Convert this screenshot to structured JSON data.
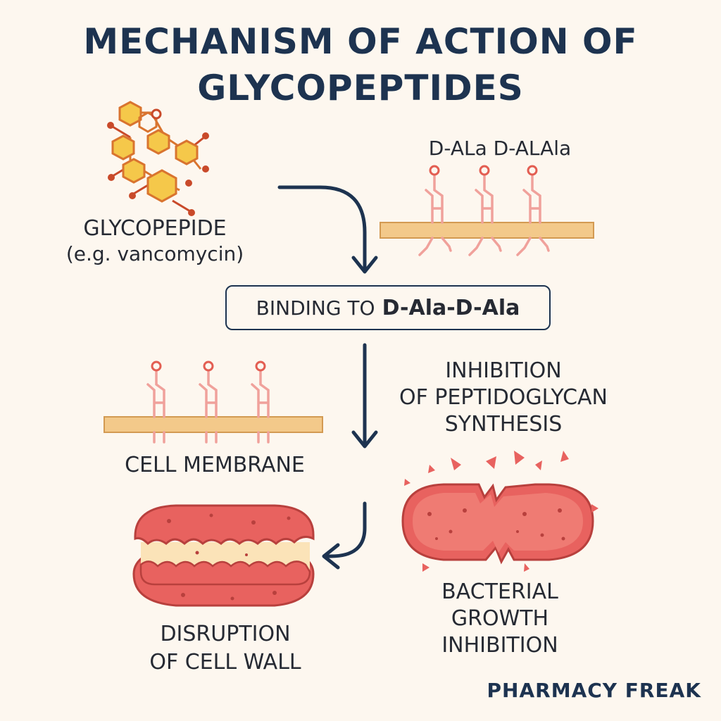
{
  "title": {
    "line1": "MECHANISM OF ACTION OF",
    "line2": "GLYCOPEPTIDES"
  },
  "glycopeptide": {
    "name": "GLYCOPEPIDE",
    "example": "(e.g. vancomycin)"
  },
  "dala_label": "D-ALa D-ALAla",
  "binding": {
    "prefix": "BINDING TO",
    "target": "D-Ala-D-Ala"
  },
  "inhibition": {
    "line1": "INHIBITION",
    "line2": "OF PEPTIDOGLYCAN",
    "line3": "SYNTHESIS"
  },
  "cell_membrane": "CELL MEMBRANE",
  "disruption": {
    "line1": "DISRUPTION",
    "line2": "OF CELL WALL"
  },
  "growth": {
    "line1": "BACTERIAL",
    "line2": "GROWTH",
    "line3": "INHIBITION"
  },
  "brand": "PHARMACY FREAK",
  "colors": {
    "navy": "#1d3350",
    "membrane": "#f3c98a",
    "pink": "#f0a19b",
    "bacterium": "#e8625f",
    "molecule": "#f5c84a"
  }
}
